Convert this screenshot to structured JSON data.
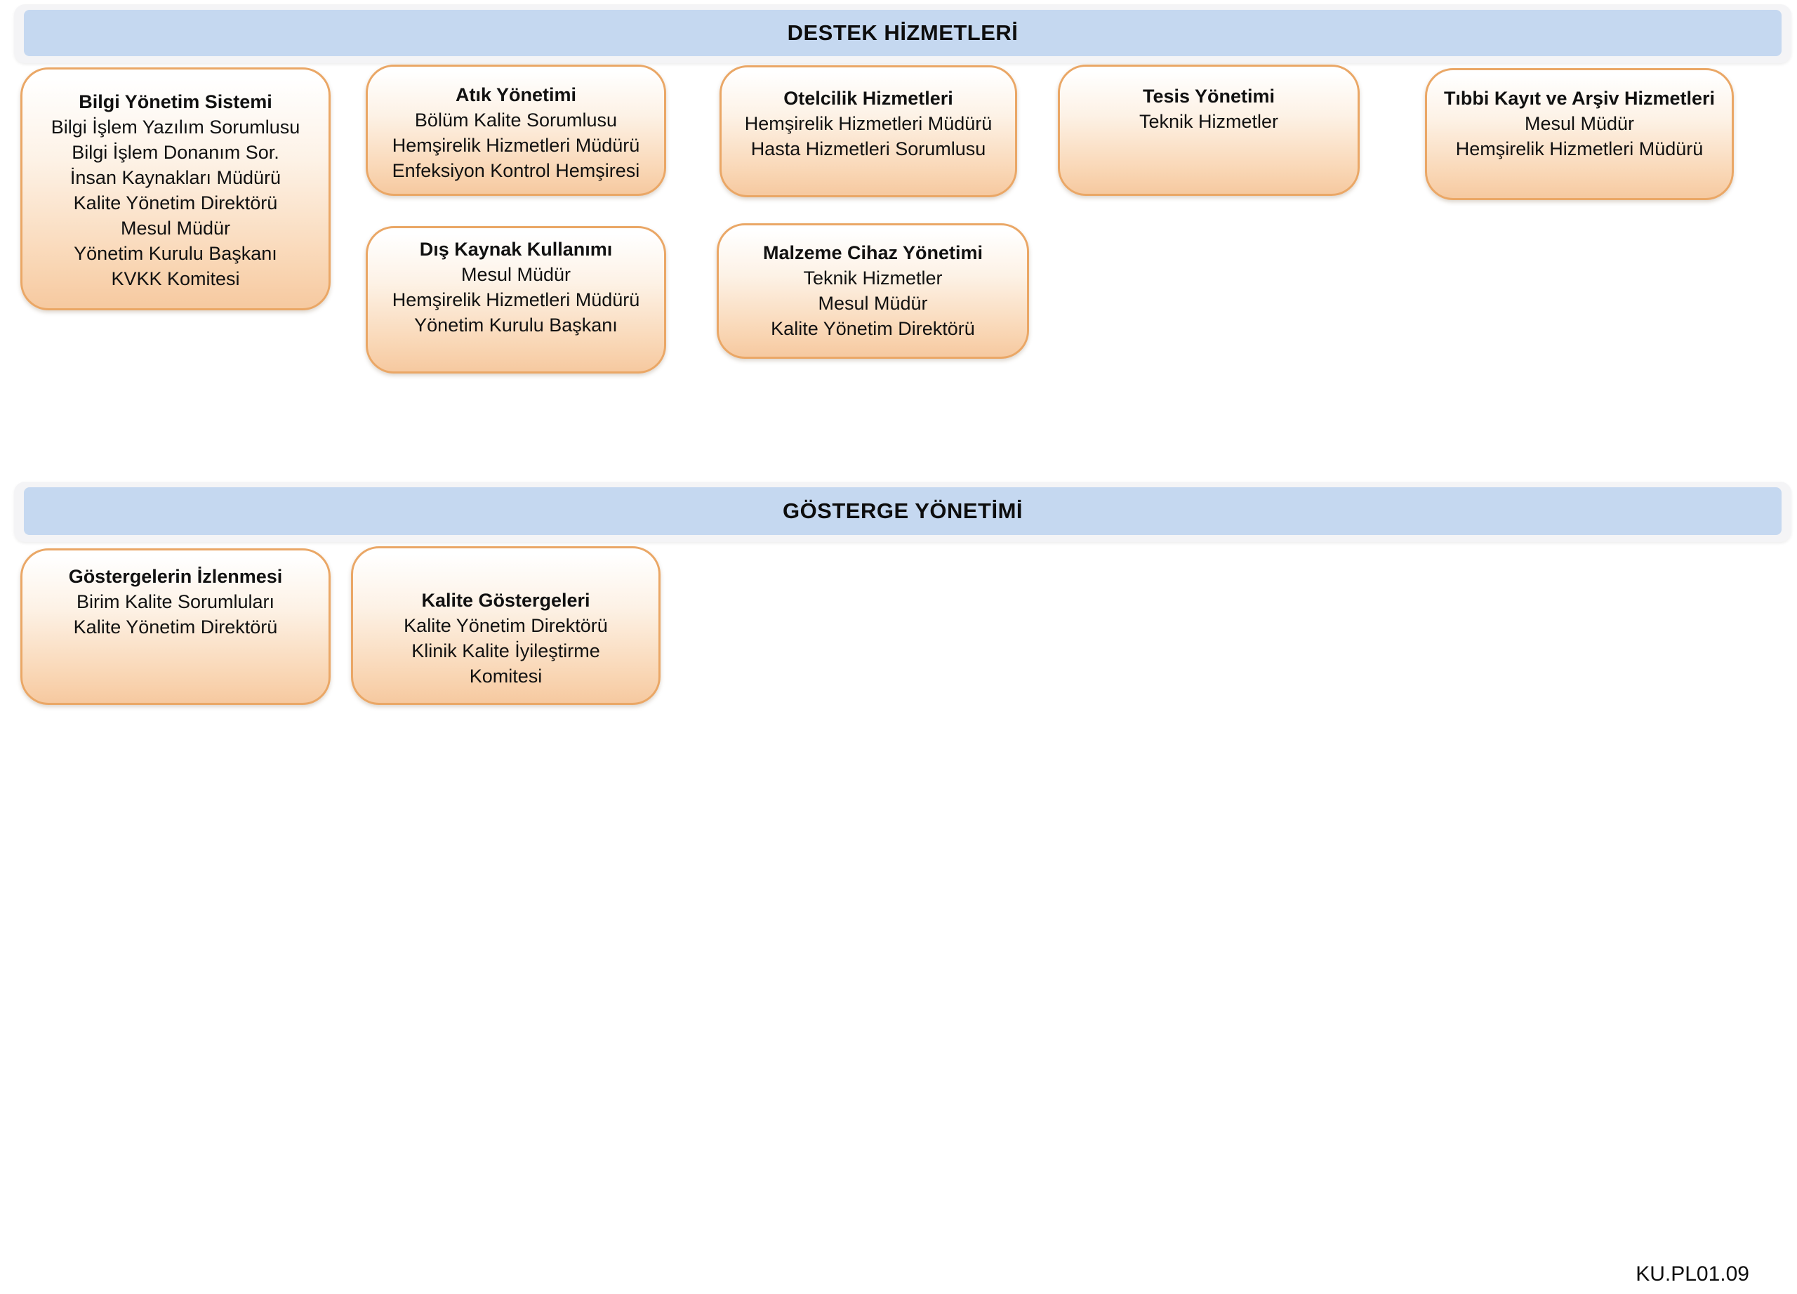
{
  "document": {
    "footer_code": "KU.PL01.09"
  },
  "colors": {
    "section_bar_fill": "#c5d8f0",
    "section_halo_fill": "#f4f4f6",
    "card_border": "#eaa766",
    "card_fill_top": "#ffffff",
    "card_fill_bottom": "#f6c9a0",
    "text": "#111111"
  },
  "sections": [
    {
      "title": "DESTEK HİZMETLERİ",
      "cards": [
        {
          "id": "bilgi-yonetim-sistemi",
          "title": "Bilgi Yönetim Sistemi",
          "lines": [
            "Bilgi İşlem Yazılım Sorumlusu",
            "Bilgi İşlem Donanım Sor.",
            "İnsan Kaynakları Müdürü",
            "Kalite Yönetim Direktörü",
            "Mesul Müdür",
            "Yönetim Kurulu Başkanı",
            "KVKK Komitesi"
          ]
        },
        {
          "id": "atik-yonetimi",
          "title": "Atık Yönetimi",
          "lines": [
            "Bölüm Kalite Sorumlusu",
            "Hemşirelik Hizmetleri Müdürü",
            "Enfeksiyon Kontrol Hemşiresi"
          ]
        },
        {
          "id": "otelcilik-hizmetleri",
          "title": "Otelcilik Hizmetleri",
          "lines": [
            "Hemşirelik Hizmetleri Müdürü",
            "Hasta Hizmetleri Sorumlusu"
          ]
        },
        {
          "id": "tesis-yonetimi",
          "title": "Tesis Yönetimi",
          "lines": [
            "Teknik Hizmetler"
          ]
        },
        {
          "id": "tibbi-kayit-ve-arsiv-hizmetleri",
          "title": "Tıbbi Kayıt ve Arşiv Hizmetleri",
          "lines": [
            "Mesul Müdür",
            "Hemşirelik Hizmetleri Müdürü"
          ]
        },
        {
          "id": "dis-kaynak-kullanimi",
          "title": "Dış Kaynak Kullanımı",
          "lines": [
            "Mesul Müdür",
            "Hemşirelik Hizmetleri Müdürü",
            "Yönetim Kurulu Başkanı"
          ]
        },
        {
          "id": "malzeme-cihaz-yonetimi",
          "title": "Malzeme Cihaz Yönetimi",
          "lines": [
            "Teknik Hizmetler",
            "Mesul Müdür",
            "Kalite Yönetim Direktörü"
          ]
        }
      ]
    },
    {
      "title": "GÖSTERGE YÖNETİMİ",
      "cards": [
        {
          "id": "gostergelerin-izlenmesi",
          "title": "Göstergelerin İzlenmesi",
          "lines": [
            "Birim Kalite Sorumluları",
            "Kalite Yönetim Direktörü"
          ]
        },
        {
          "id": "kalite-gostergeleri",
          "title": "Kalite Göstergeleri",
          "lines": [
            "Kalite Yönetim Direktörü",
            "Klinik Kalite İyileştirme",
            "Komitesi"
          ]
        }
      ]
    }
  ]
}
